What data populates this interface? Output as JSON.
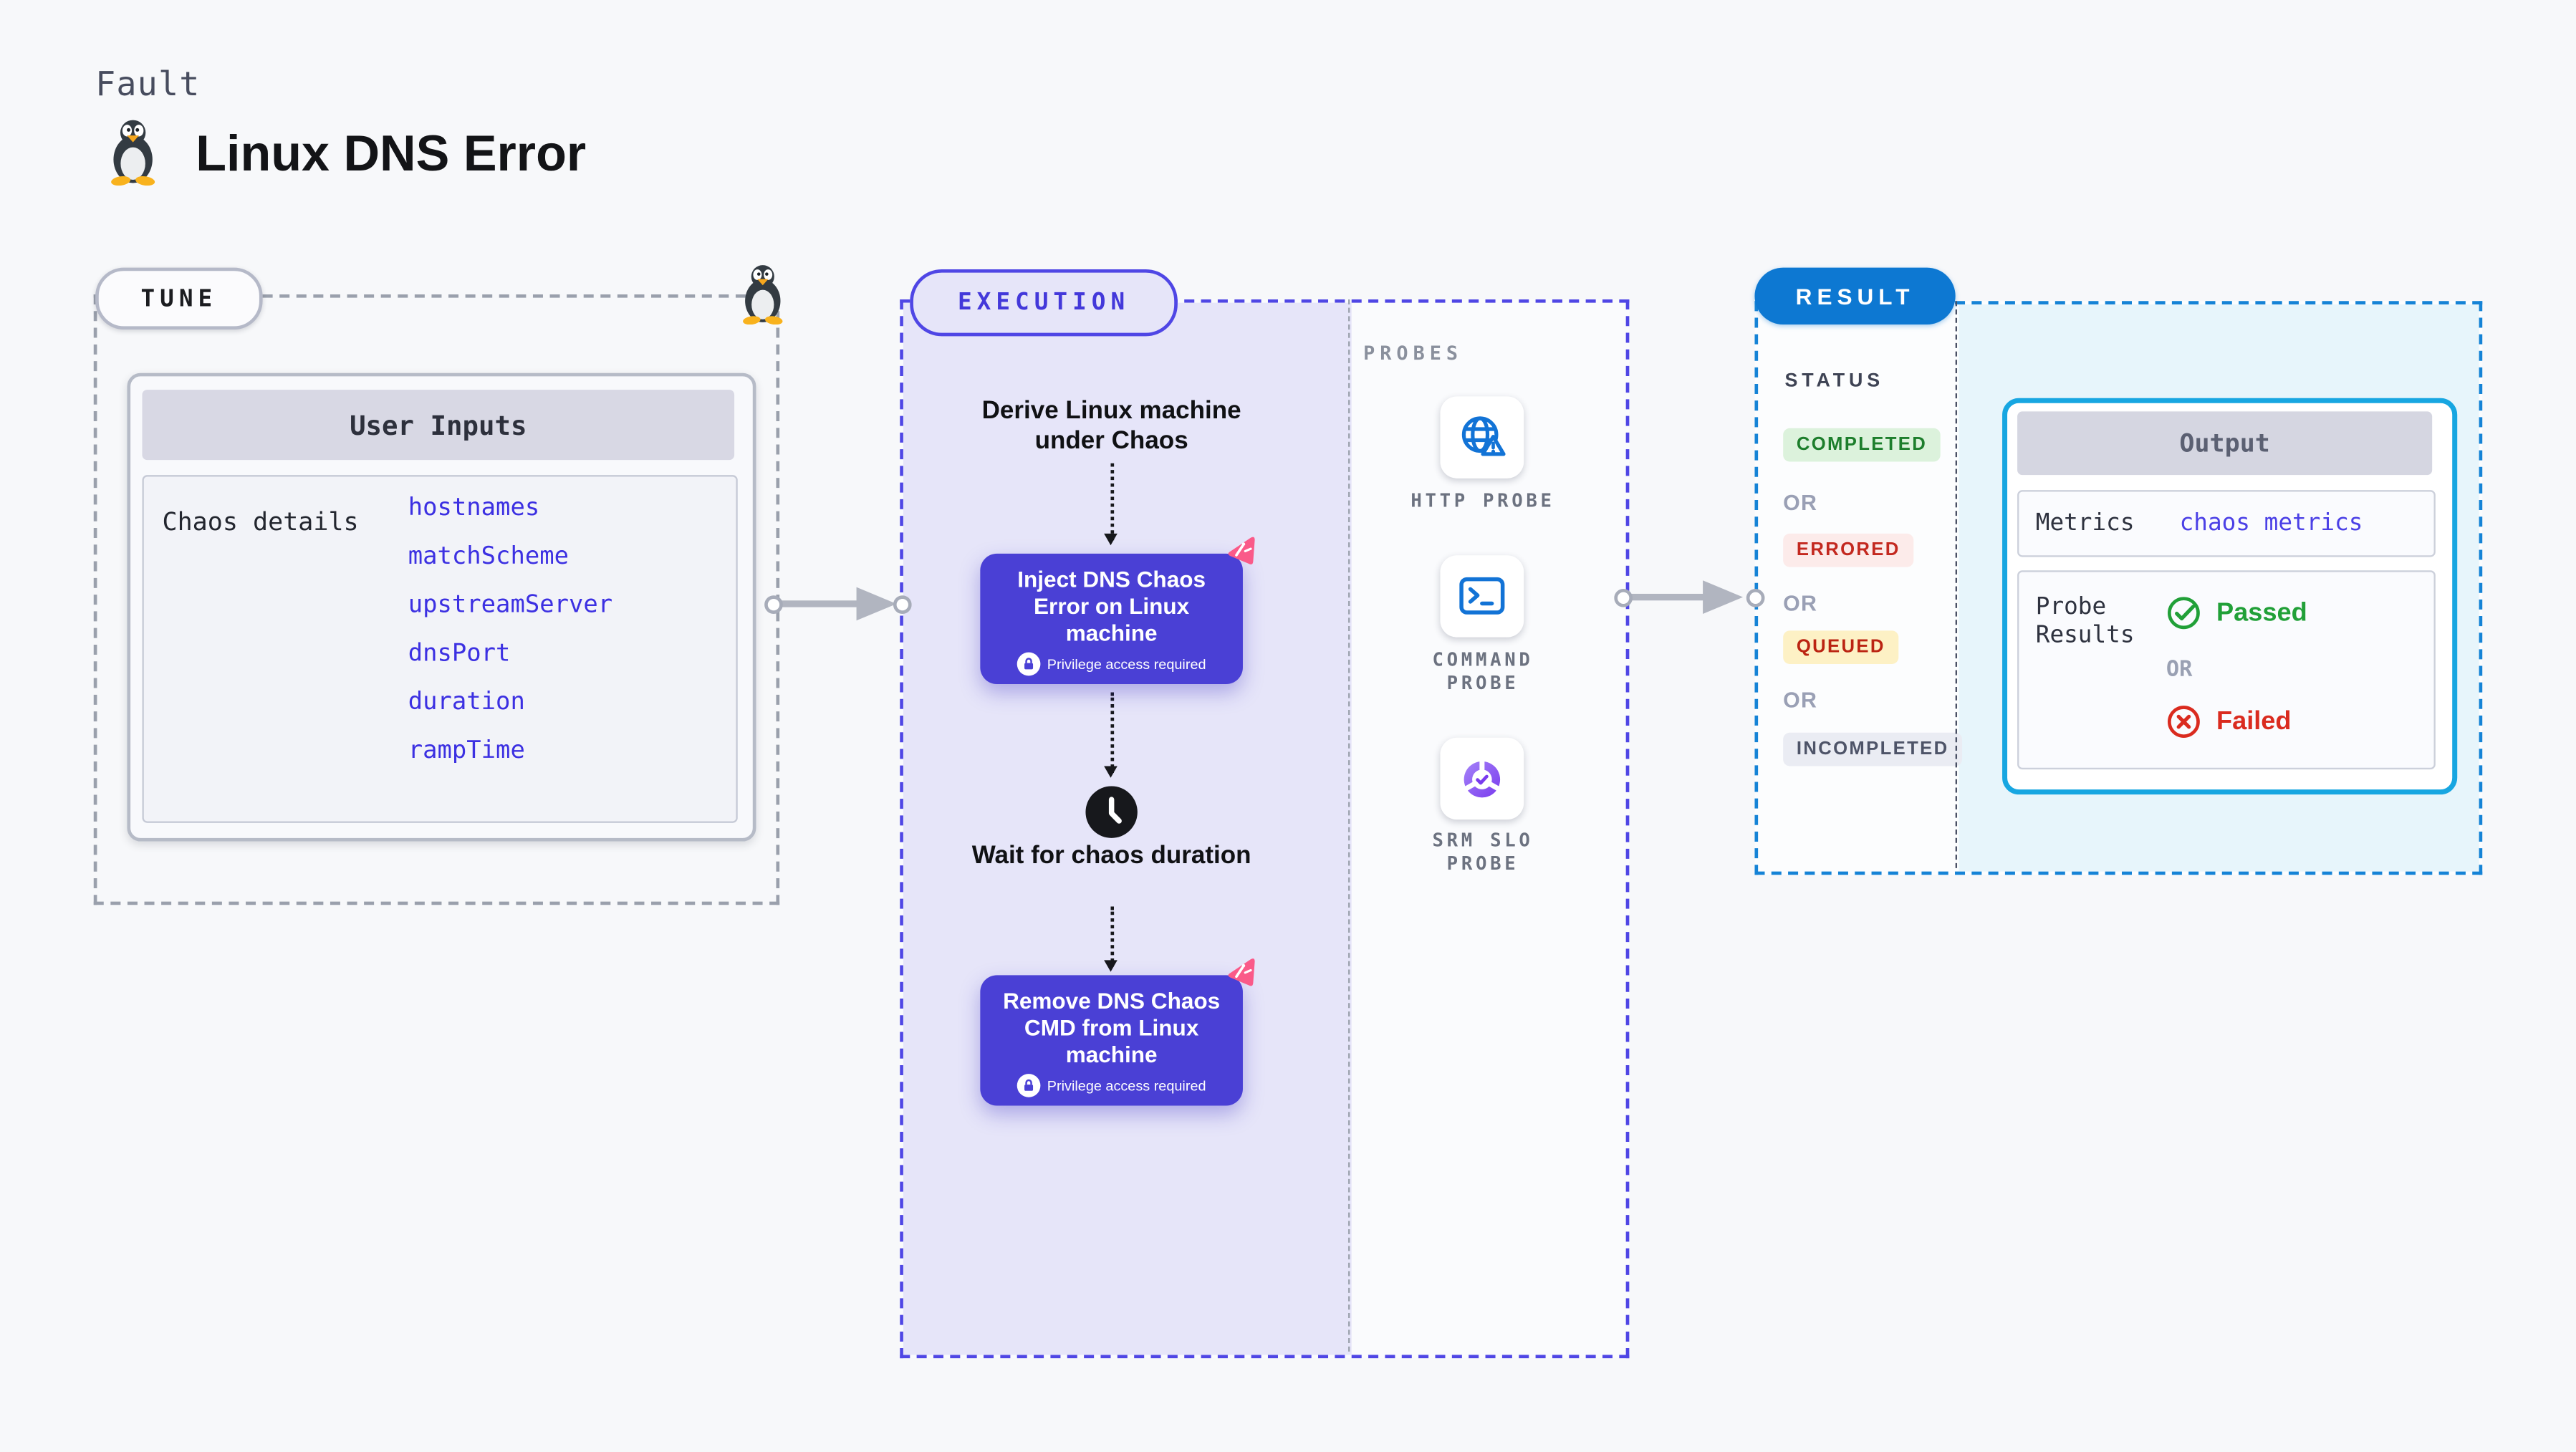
{
  "header": {
    "eyebrow": "Fault",
    "title": "Linux DNS Error",
    "icon": "linux-tux"
  },
  "tune": {
    "badge": "TUNE",
    "card_title": "User Inputs",
    "row_label": "Chaos details",
    "params": [
      "hostnames",
      "matchScheme",
      "upstreamServer",
      "dnsPort",
      "duration",
      "rampTime"
    ],
    "param_color": "#3c30e2"
  },
  "execution": {
    "badge": "EXECUTION",
    "accent": "#4f46e5",
    "node_color": "#4a40d5",
    "derive_label": "Derive Linux machine under Chaos",
    "inject": {
      "label": "Inject DNS Chaos Error on Linux machine",
      "note": "Privilege access required"
    },
    "wait_label": "Wait for chaos duration",
    "remove": {
      "label": "Remove DNS Chaos CMD from Linux machine",
      "note": "Privilege access required"
    }
  },
  "probes": {
    "heading": "PROBES",
    "items": [
      {
        "label": "HTTP PROBE",
        "icon": "globe-warning-icon"
      },
      {
        "label": "COMMAND PROBE",
        "icon": "terminal-icon"
      },
      {
        "label": "SRM SLO PROBE",
        "icon": "slo-donut-icon"
      }
    ]
  },
  "result": {
    "badge": "RESULT",
    "accent": "#0d78d2",
    "status_heading": "STATUS",
    "or_label": "OR",
    "statuses": [
      {
        "label": "COMPLETED",
        "bg": "#dcf2dc",
        "color": "#1d7e2c"
      },
      {
        "label": "ERRORED",
        "bg": "#fcebea",
        "color": "#c3281f"
      },
      {
        "label": "QUEUED",
        "bg": "#fdf1c5",
        "color": "#bb2412"
      },
      {
        "label": "INCOMPLETED",
        "bg": "#eaecf3",
        "color": "#4e5468"
      }
    ],
    "output": {
      "title": "Output",
      "metrics_label": "Metrics",
      "metrics_value": "chaos metrics",
      "probe_label": "Probe Results",
      "passed": "Passed",
      "or_label": "OR",
      "failed": "Failed"
    }
  }
}
